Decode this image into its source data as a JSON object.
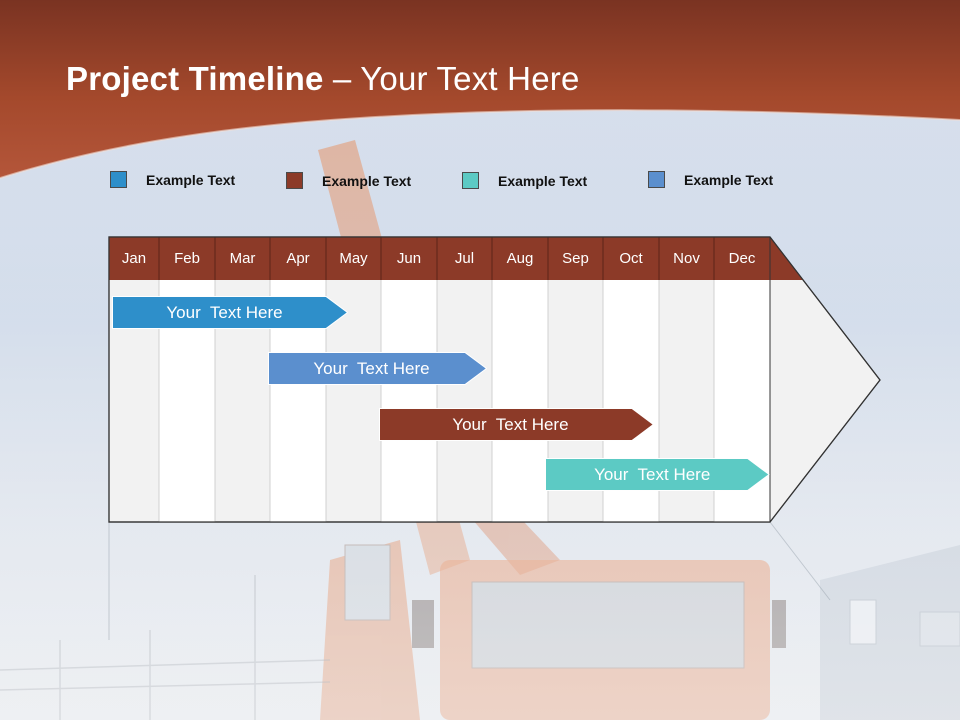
{
  "slide": {
    "title_bold": "Project Timeline",
    "title_rest": " – Your Text Here"
  },
  "legend": [
    {
      "label": "Example Text",
      "color": "#2e8fca"
    },
    {
      "label": "Example Text",
      "color": "#8c3a28"
    },
    {
      "label": "Example Text",
      "color": "#5ccac4"
    },
    {
      "label": "Example Text",
      "color": "#5b8fce"
    }
  ],
  "timeline": {
    "months": [
      "Jan",
      "Feb",
      "Mar",
      "Apr",
      "May",
      "Jun",
      "Jul",
      "Aug",
      "Sep",
      "Oct",
      "Nov",
      "Dec"
    ],
    "header_color": "#8c3a28",
    "tasks": [
      {
        "label": "Your  Text Here",
        "start_month": 1,
        "end_month": 4.4,
        "color": "#2e8fca"
      },
      {
        "label": "Your  Text Here",
        "start_month": 3.9,
        "end_month": 6.9,
        "color": "#5b8fce"
      },
      {
        "label": "Your  Text Here",
        "start_month": 5.9,
        "end_month": 9.9,
        "color": "#8c3a28"
      },
      {
        "label": "Your  Text Here",
        "start_month": 8.9,
        "end_month": 12.0,
        "color": "#5ccac4"
      }
    ]
  },
  "colors": {
    "header_band": "#a4492c",
    "chart_panel": "#f2f2f2"
  }
}
